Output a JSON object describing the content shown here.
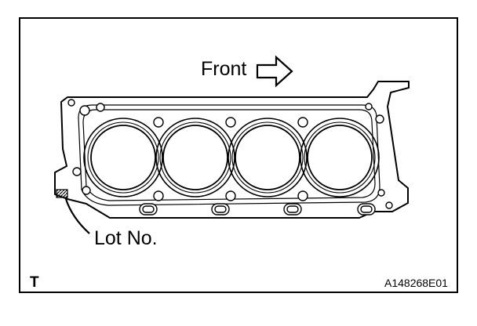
{
  "labels": {
    "front": "Front",
    "lot": "Lot No.",
    "corner_mark": "T",
    "figure_id": "A148268E01"
  },
  "icons": {
    "direction_arrow": "right-hollow-arrow-icon"
  },
  "colors": {
    "ink": "#000000",
    "paper": "#ffffff"
  }
}
